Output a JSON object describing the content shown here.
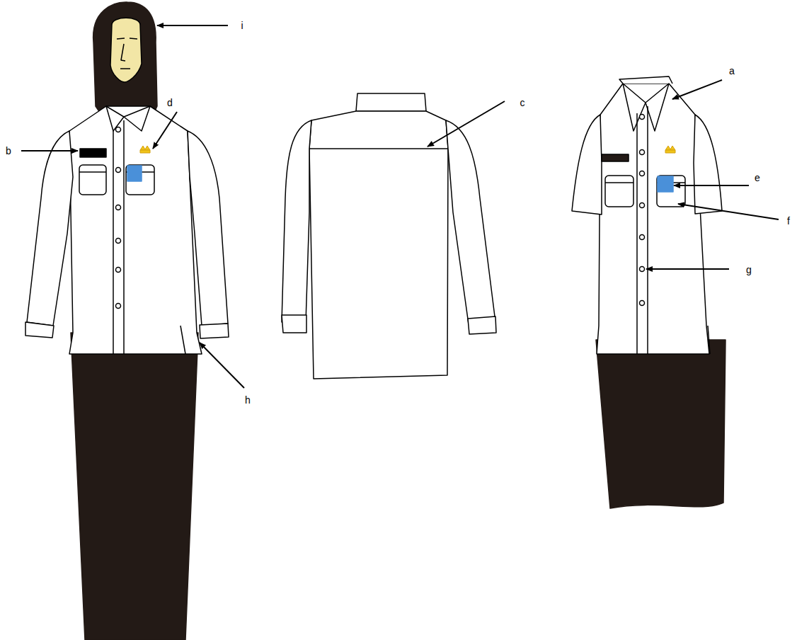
{
  "diagram": {
    "labels": [
      "i",
      "a",
      "d",
      "c",
      "b",
      "e",
      "f",
      "g",
      "h"
    ]
  }
}
